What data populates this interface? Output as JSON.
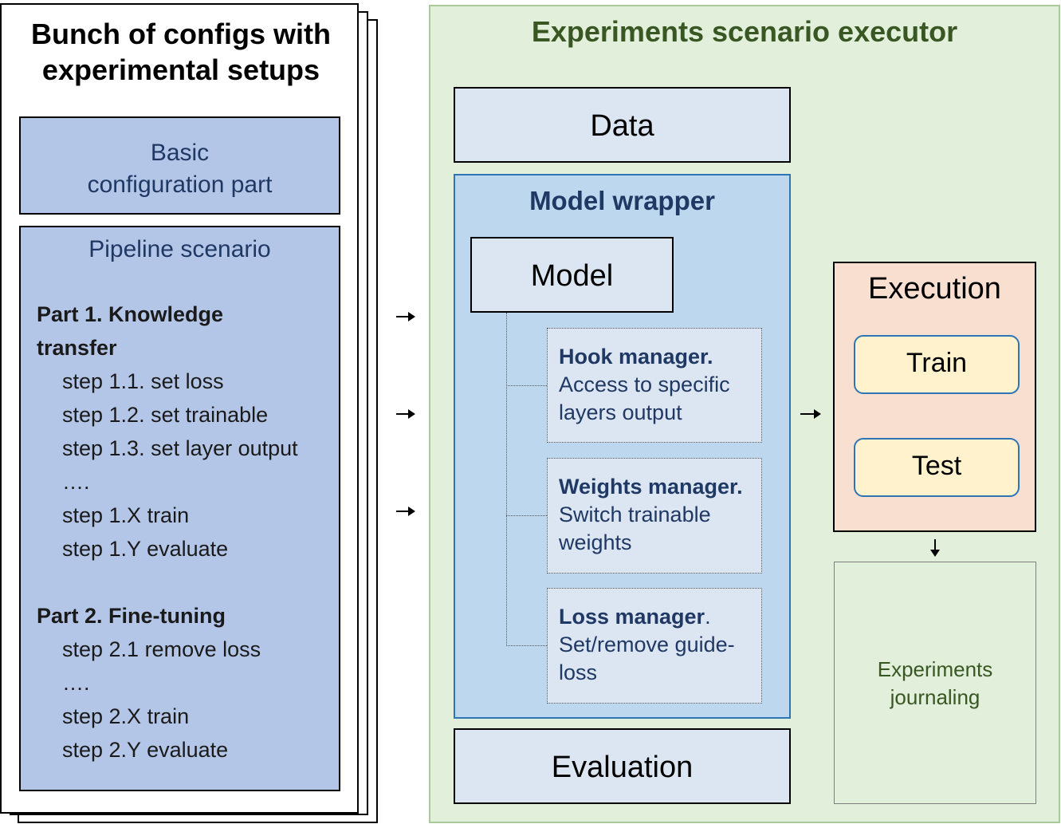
{
  "configs": {
    "title_line1": "Bunch of configs with",
    "title_line2": "experimental setups",
    "basic_line1": "Basic",
    "basic_line2": "configuration  part",
    "pipeline_title": "Pipeline scenario",
    "part1_line1": "Part 1. Knowledge",
    "part1_line2": "transfer",
    "part1_steps": [
      "step 1.1. set loss",
      "step 1.2. set trainable",
      "step 1.3. set layer output",
      "….",
      "step 1.X train",
      "step 1.Y evaluate"
    ],
    "part2_title": "Part 2. Fine-tuning",
    "part2_steps": [
      "step 2.1 remove loss",
      "….",
      "step 2.X train",
      "step 2.Y evaluate"
    ]
  },
  "executor": {
    "title": "Experiments scenario executor",
    "data_label": "Data",
    "wrapper_title": "Model wrapper",
    "model_label": "Model",
    "hook": {
      "bold": "Hook manager.",
      "rest": " Access to specific layers output"
    },
    "weights": {
      "bold": "Weights manager.",
      "rest": " Switch trainable weights"
    },
    "loss": {
      "bold": "Loss manager",
      "rest": ". Set/remove guide-loss"
    },
    "evaluation_label": "Evaluation",
    "execution_title": "Execution",
    "train_label": "Train",
    "test_label": "Test",
    "journal_line1": "Experiments",
    "journal_line2": "journaling"
  },
  "colors": {
    "executor_bg": "#e2efda",
    "executor_title": "#385723",
    "config_blue": "#b4c6e7",
    "wrapper_blue": "#bdd7ee",
    "execution_bg": "#f8dfd0",
    "pill_bg": "#fff2cc"
  }
}
